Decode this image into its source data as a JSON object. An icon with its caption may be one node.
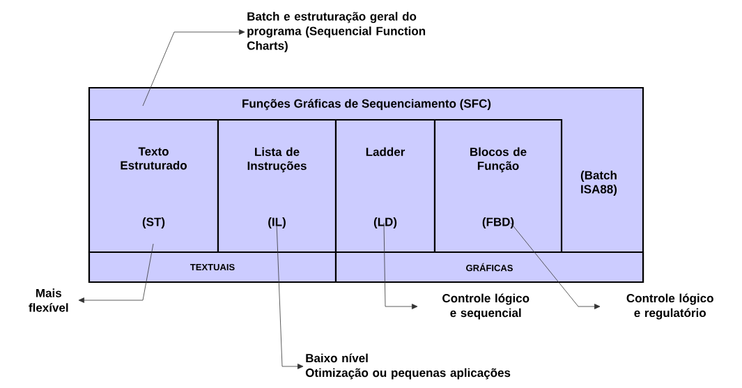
{
  "diagram": {
    "nodes": [
      {
        "text": [
          "Funções Gráficas de Sequenciamento (SFC)",
          "(Batch ISA88)"
        ]
      },
      {
        "text": [
          "Texto Estruturado",
          "(ST)"
        ],
        "in": 0
      },
      {
        "text": [
          "Lista de Instruções",
          "(IL)"
        ],
        "in": 0
      },
      {
        "text": [
          "Ladder",
          "(LD)"
        ],
        "in": 0
      },
      {
        "text": [
          "Blocos de Função",
          "(FBD)"
        ],
        "in": 0
      },
      {
        "text": [
          "TEXTUAIS"
        ],
        "in": 0
      },
      {
        "text": [
          "GRÁFICAS"
        ],
        "in": 0
      },
      {
        "text": [
          "Batch e estruturação geral do programa (Sequencial Function Charts)"
        ]
      },
      {
        "text": [
          "Mais flexível"
        ]
      },
      {
        "text": [
          "Controle lógico e sequencial"
        ]
      },
      {
        "text": [
          "Controle lógico e regulatório"
        ]
      },
      {
        "text": [
          "Baixo nível",
          "Otimização ou pequenas aplicações"
        ]
      }
    ],
    "edges": [
      {
        "from": 0,
        "to": 7,
        "arrow": "to"
      },
      {
        "from": 1,
        "to": 8,
        "arrow": "to"
      },
      {
        "from": 2,
        "to": 11,
        "arrow": "to"
      },
      {
        "from": 3,
        "to": 9,
        "arrow": "to"
      },
      {
        "from": 4,
        "to": 10,
        "arrow": "to"
      }
    ]
  }
}
